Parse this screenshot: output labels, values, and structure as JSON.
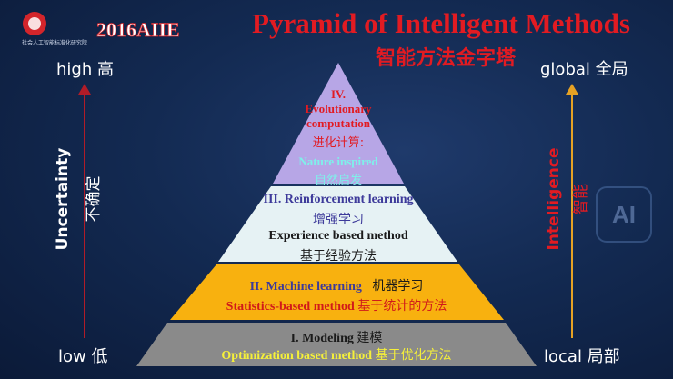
{
  "header": {
    "title_en": "Pyramid of Intelligent Methods",
    "title_cn": "智能方法金字塔",
    "logo_text": "2016AIIE",
    "logo_caption": "社会人工智能标准化研究院"
  },
  "left_axis": {
    "top_label": "high 高",
    "bottom_label": "low 低",
    "vertical_label_en": "Uncertainty",
    "vertical_label_cn": "不确定",
    "arrow_color": "#b01c28"
  },
  "right_axis": {
    "top_label": "global 全局",
    "bottom_label": "local 局部",
    "vertical_label_en": "Intelligence",
    "vertical_label_cn": "智能",
    "arrow_color": "#e6a224",
    "bg_icon_text": "AI"
  },
  "pyramid": {
    "level4": {
      "number": "IV.",
      "name_line1": "Evolutionary",
      "name_line2": "computation",
      "name_cn": "进化计算:",
      "sub_en": "Nature inspired",
      "sub_cn": "自然启发",
      "color": "#b7a6e6"
    },
    "level3": {
      "name": "III. Reinforcement learning",
      "name_cn": "增强学习",
      "sub_en": "Experience based method",
      "sub_cn": "基于经验方法",
      "color": "#e6f2f4"
    },
    "level2": {
      "name": "II.  Machine learning",
      "name_cn": "机器学习",
      "sub_en": "Statistics-based method",
      "sub_cn": "基于统计的方法",
      "color": "#f8b10f"
    },
    "level1": {
      "name": "I. Modeling",
      "name_cn": "建模",
      "sub_en": "Optimization based method",
      "sub_cn": "基于优化方法",
      "color": "#8a8a8a"
    }
  }
}
